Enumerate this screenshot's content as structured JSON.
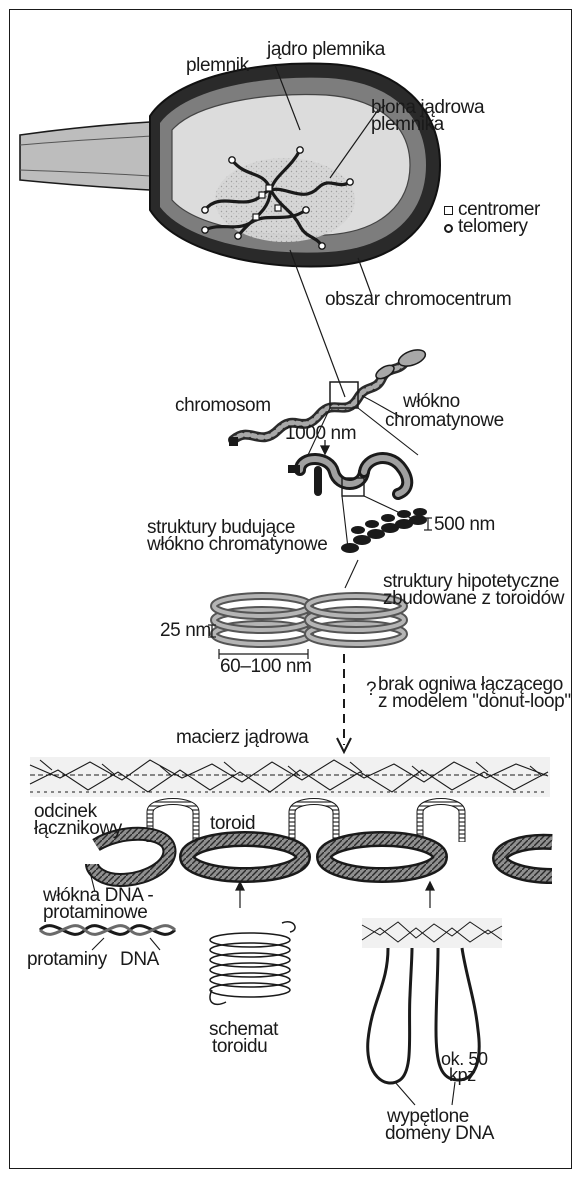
{
  "figure": {
    "labels": {
      "sperm": "plemnik",
      "sperm_nucleus": "jądro plemnika",
      "nuclear_membrane_line1": "błona jądrowa",
      "nuclear_membrane_line2": "plemnika",
      "chromocenter": "obszar chromocentrum",
      "chromosome": "chromosom",
      "chromatin_fiber_line1": "włókno",
      "chromatin_fiber_line2": "chromatynowe",
      "size_1000nm": "1000 nm",
      "building_structures_line1": "struktury budujące",
      "building_structures_line2": "włókno chromatynowe",
      "size_500nm": "500 nm",
      "hypothetical_line1": "struktury hipotetyczne",
      "hypothetical_line2": "zbudowane z toroidów",
      "size_25nm": "25 nm",
      "size_60_100nm": "60–100 nm",
      "question_mark": "?",
      "missing_link_line1": "brak ogniwa łączącego",
      "missing_link_line2": "z modelem \"donut-loop\"",
      "nuclear_matrix": "macierz jądrowa",
      "linker_line1": "odcinek",
      "linker_line2": "łącznikowy",
      "toroid": "toroid",
      "dna_protamine_line1": "włókna DNA -",
      "dna_protamine_line2": "protaminowe",
      "protamines": "protaminy",
      "dna": "DNA",
      "toroid_scheme_line1": "schemat",
      "toroid_scheme_line2": "toroidu",
      "approx_50_line1": "ok. 50",
      "approx_50_line2": "kpz",
      "looped_domains_line1": "wypętlone",
      "looped_domains_line2": "domeny DNA"
    },
    "legend": [
      {
        "symbol": "centromere-icon",
        "label": "centromer"
      },
      {
        "symbol": "telomere-icon",
        "label": "telomery"
      }
    ],
    "colors": {
      "ink": "#1a1a1a",
      "nucleus_fill": "#d9d9d9",
      "tail_fill": "#bdbdbd",
      "toroid_fill": "#9a9a9a",
      "background": "#ffffff"
    }
  }
}
